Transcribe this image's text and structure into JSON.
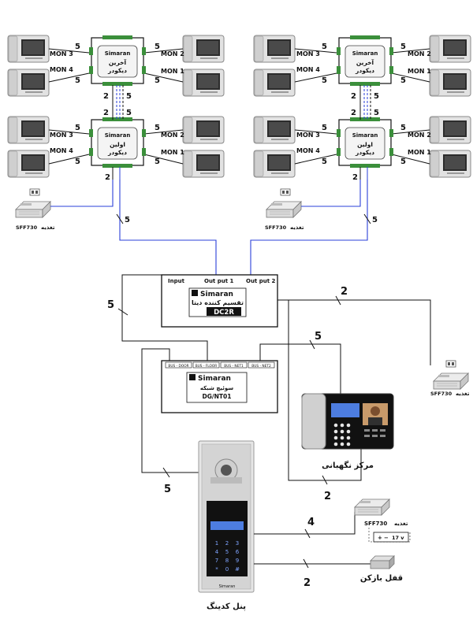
{
  "colors": {
    "black_wire": "#111111",
    "blue_wire": "#2a3fd8",
    "device_gray": "#d8d8d8",
    "screen": "#2c2c2c",
    "keypad_blue": "#4d7de0"
  },
  "decoders": {
    "brand": "Simaran",
    "last_label_1": "آخرین",
    "last_label_2": "دیکودر",
    "first_label_1": "اولین",
    "first_label_2": "دیکودر",
    "mon1": "MON 1",
    "mon2": "MON 2",
    "mon3": "MON 3",
    "mon4": "MON 4",
    "wire_5": "5",
    "wire_2": "2"
  },
  "power_supply": {
    "model": "SFF730",
    "label": "تغذیه",
    "voltage": "17 v"
  },
  "wire_counts": {
    "five": "5",
    "two": "2",
    "four": "4"
  },
  "distributor": {
    "brand": "Simaran",
    "title": "تقسیم کننده دیتا",
    "model": "DC2R",
    "input": "Input",
    "output1": "Out put 1",
    "output2": "Out put 2"
  },
  "switch": {
    "brand": "Simaran",
    "title": "سوئیچ شبکه",
    "model": "DG/NT01",
    "ports": [
      "BUS - DOOR",
      "BUS - FLOOR",
      "BUS - NET1",
      "BUS - NET2"
    ]
  },
  "guard_unit": {
    "label": "مرکز نگهبانی"
  },
  "door_panel": {
    "label": "پنل کدینگ",
    "brand": "Simaran",
    "keys": [
      "1",
      "2",
      "3",
      "4",
      "5",
      "6",
      "7",
      "8",
      "9",
      "*",
      "0",
      "#"
    ]
  },
  "lock": {
    "label": "قفل بازکن"
  }
}
